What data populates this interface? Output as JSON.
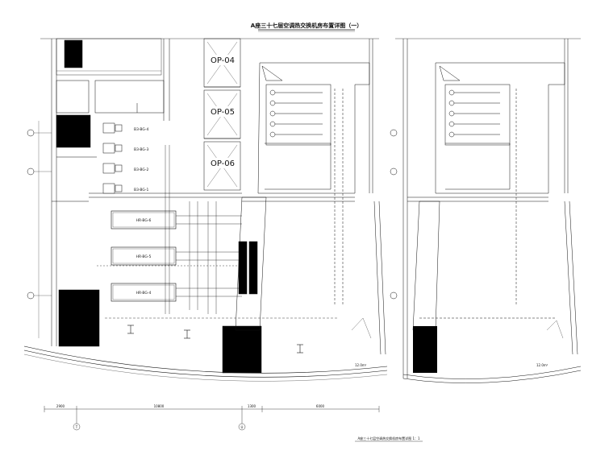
{
  "title": "A座三十七层空调热交换机房布置详图（一）",
  "subtitle": "A座三十七层空调热交换机房布置详图 1：1",
  "shafts": [
    "OP-04",
    "OP-05",
    "OP-06"
  ],
  "plate_heat_exchangers": [
    "B3-BG-4",
    "B3-BG-3",
    "B3-BG-2",
    "B3-BG-1"
  ],
  "heat_exchange_units": [
    "HR-BG-6",
    "HR-BG-5",
    "HR-BG-4"
  ],
  "column_grid": [
    "T",
    "U"
  ],
  "dimensions_bottom": [
    "2900",
    "10800",
    "1300",
    "6000"
  ],
  "elevation_1": "12.0m²",
  "elevation_2": "12.0m²"
}
